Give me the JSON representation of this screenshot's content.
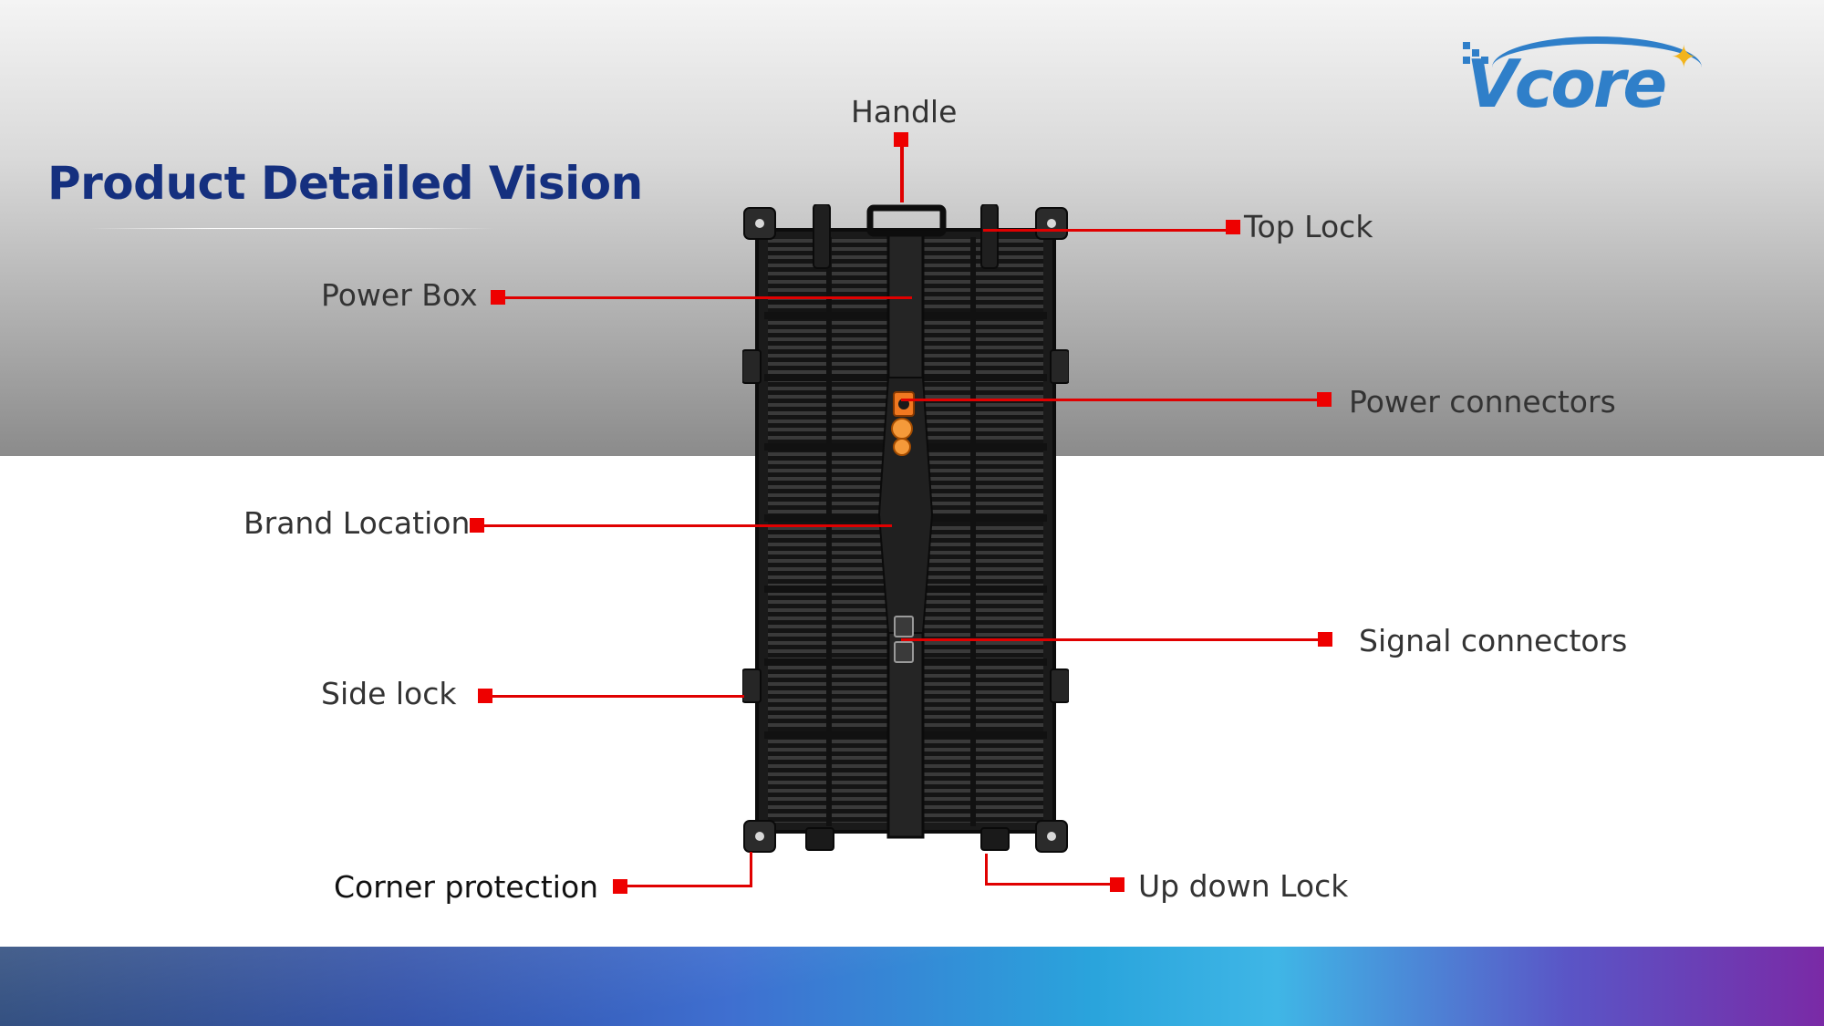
{
  "page": {
    "title": "Product Detailed Vision"
  },
  "logo": {
    "text": "Vcore",
    "colors": {
      "primary": "#2f7fc9",
      "star": "#f2b41c"
    }
  },
  "callouts": {
    "handle": "Handle",
    "top_lock": "Top Lock",
    "power_box": "Power Box",
    "power_connectors": "Power connectors",
    "brand_location": "Brand Location",
    "signal_connectors": "Signal connectors",
    "side_lock": "Side lock",
    "corner_protection": "Corner protection",
    "up_down_lock": "Up down Lock"
  },
  "colors": {
    "title": "#15307f",
    "leader": "#e00000",
    "label": "#333333",
    "panel": "#1b1b1b",
    "connector_orange": "#f07820"
  }
}
